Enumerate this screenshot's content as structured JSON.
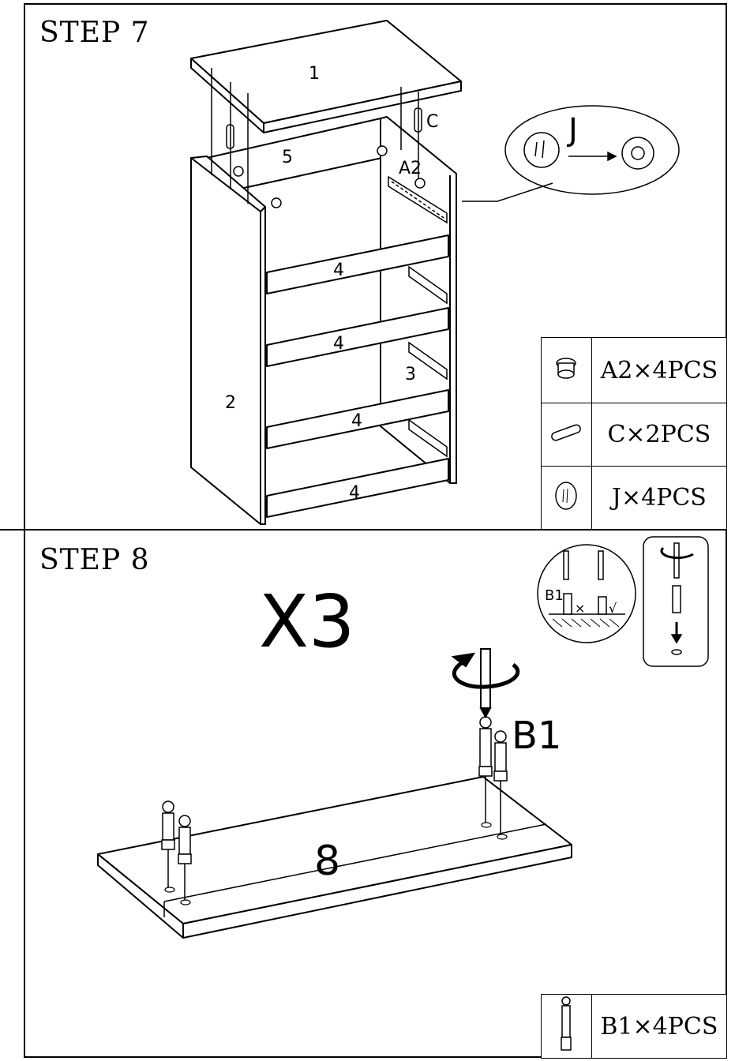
{
  "step7": {
    "title": "STEP 7",
    "labels": {
      "top_panel": "1",
      "side_panel": "2",
      "right_panel": "3",
      "back_rail": "5",
      "rail_a": "4",
      "rail_b": "4",
      "rail_c": "4",
      "rail_d": "4",
      "dowel": "C",
      "cam": "A2",
      "cap_callout": "J"
    },
    "parts": [
      {
        "icon": "cam-lock-icon",
        "text": "A2×4PCS"
      },
      {
        "icon": "wood-dowel-icon",
        "text": "C×2PCS"
      },
      {
        "icon": "cover-cap-icon",
        "text": "J×4PCS"
      }
    ]
  },
  "step8": {
    "title": "STEP 8",
    "repeat": "X3",
    "board_label": "8",
    "bolt_label": "B1",
    "detail_bolt_label": "B1",
    "wrong_mark": "×",
    "right_mark": "√",
    "parts": [
      {
        "icon": "cam-bolt-icon",
        "text": "B1×4PCS"
      }
    ]
  }
}
